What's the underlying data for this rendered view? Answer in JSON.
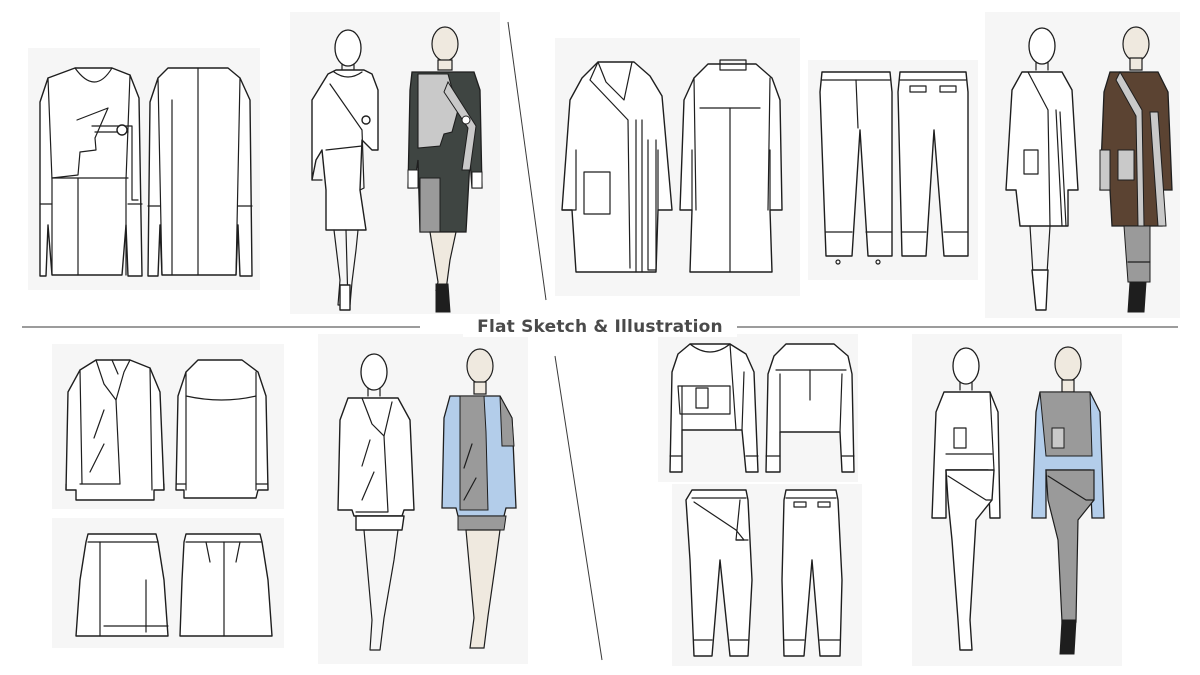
{
  "page": {
    "title": "Flat Sketch & Illustration"
  },
  "colors": {
    "background": "#ffffff",
    "line": "#1e1e1e",
    "charcoal": "#3f4542",
    "light_gray": "#c9c9c9",
    "mid_gray": "#9a9a9a",
    "brown": "#5b4332",
    "sky_blue": "#b3cdea",
    "skin": "#efe9df"
  },
  "looks": [
    {
      "id": "look-1",
      "garments": [
        "asymmetric-coat-front",
        "asymmetric-coat-back"
      ],
      "colorway": [
        "charcoal",
        "light_gray"
      ]
    },
    {
      "id": "look-2",
      "garments": [
        "wrap-coat-front",
        "wrap-coat-back",
        "trousers-front",
        "trousers-back"
      ],
      "colorway": [
        "brown",
        "light_gray"
      ]
    },
    {
      "id": "look-3",
      "garments": [
        "jacket-front",
        "jacket-back",
        "skirt-front",
        "skirt-back"
      ],
      "colorway": [
        "sky_blue",
        "mid_gray"
      ]
    },
    {
      "id": "look-4",
      "garments": [
        "cropped-jacket-front",
        "cropped-jacket-back",
        "draped-trousers-front",
        "trousers-back"
      ],
      "colorway": [
        "sky_blue",
        "mid_gray"
      ]
    }
  ]
}
